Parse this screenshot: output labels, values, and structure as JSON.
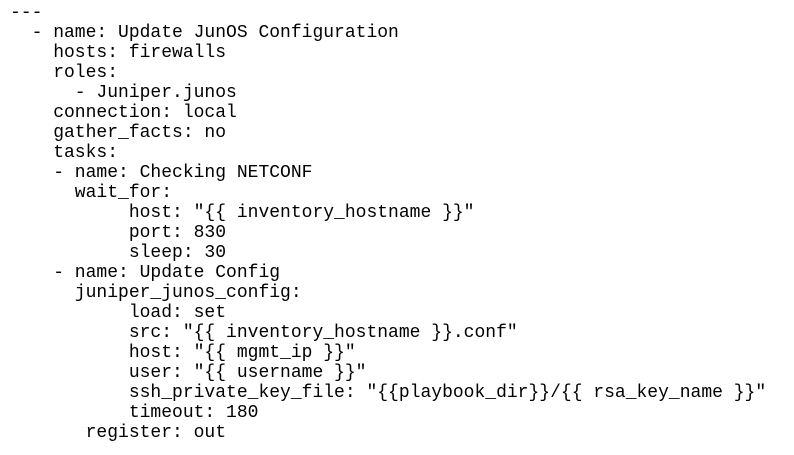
{
  "document": {
    "lines": [
      "---",
      "  - name: Update JunOS Configuration",
      "    hosts: firewalls",
      "    roles:",
      "      - Juniper.junos",
      "    connection: local",
      "    gather_facts: no",
      "    tasks:",
      "    - name: Checking NETCONF",
      "      wait_for:",
      "           host: \"{{ inventory_hostname }}\"",
      "           port: 830",
      "           sleep: 30",
      "    - name: Update Config",
      "      juniper_junos_config:",
      "           load: set",
      "           src: \"{{ inventory_hostname }}.conf\"",
      "           host: \"{{ mgmt_ip }}\"",
      "           user: \"{{ username }}\"",
      "           ssh_private_key_file: \"{{playbook_dir}}/{{ rsa_key_name }}\"",
      "           timeout: 180",
      "       register: out"
    ]
  }
}
